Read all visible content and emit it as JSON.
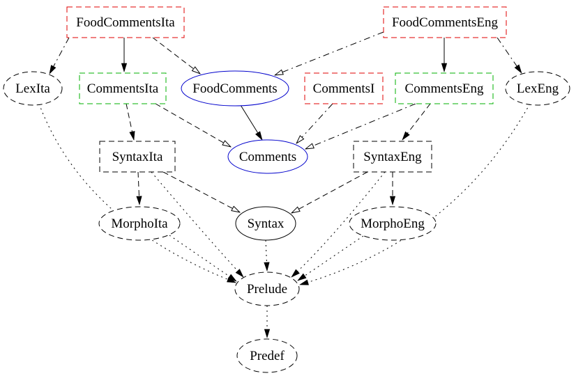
{
  "diagram": {
    "type": "module-dependency-graph",
    "nodes": [
      {
        "id": "FoodCommentsIta",
        "label": "FoodCommentsIta",
        "shape": "box",
        "border": "dashed",
        "color": "red"
      },
      {
        "id": "FoodCommentsEng",
        "label": "FoodCommentsEng",
        "shape": "box",
        "border": "dashed",
        "color": "red"
      },
      {
        "id": "LexIta",
        "label": "LexIta",
        "shape": "ellipse",
        "border": "dashed",
        "color": "black"
      },
      {
        "id": "CommentsIta",
        "label": "CommentsIta",
        "shape": "box",
        "border": "dashed",
        "color": "green"
      },
      {
        "id": "FoodComments",
        "label": "FoodComments",
        "shape": "ellipse",
        "border": "solid",
        "color": "blue"
      },
      {
        "id": "CommentsI",
        "label": "CommentsI",
        "shape": "box",
        "border": "dashed",
        "color": "red"
      },
      {
        "id": "CommentsEng",
        "label": "CommentsEng",
        "shape": "box",
        "border": "dashed",
        "color": "green"
      },
      {
        "id": "LexEng",
        "label": "LexEng",
        "shape": "ellipse",
        "border": "dashed",
        "color": "black"
      },
      {
        "id": "SyntaxIta",
        "label": "SyntaxIta",
        "shape": "box",
        "border": "dashed",
        "color": "black"
      },
      {
        "id": "Comments",
        "label": "Comments",
        "shape": "ellipse",
        "border": "solid",
        "color": "blue"
      },
      {
        "id": "SyntaxEng",
        "label": "SyntaxEng",
        "shape": "box",
        "border": "dashed",
        "color": "black"
      },
      {
        "id": "MorphoIta",
        "label": "MorphoIta",
        "shape": "ellipse",
        "border": "dashed",
        "color": "black"
      },
      {
        "id": "Syntax",
        "label": "Syntax",
        "shape": "ellipse",
        "border": "solid",
        "color": "black"
      },
      {
        "id": "MorphoEng",
        "label": "MorphoEng",
        "shape": "ellipse",
        "border": "dashed",
        "color": "black"
      },
      {
        "id": "Prelude",
        "label": "Prelude",
        "shape": "ellipse",
        "border": "dashed",
        "color": "black"
      },
      {
        "id": "Predef",
        "label": "Predef",
        "shape": "ellipse",
        "border": "dashed",
        "color": "black"
      }
    ],
    "edges": [
      {
        "from": "FoodCommentsIta",
        "to": "CommentsIta",
        "style": "solid",
        "arrowhead": "filled"
      },
      {
        "from": "FoodCommentsIta",
        "to": "FoodComments",
        "style": "dashed",
        "arrowhead": "hollow"
      },
      {
        "from": "FoodCommentsIta",
        "to": "LexIta",
        "style": "dashdot",
        "arrowhead": "filled"
      },
      {
        "from": "FoodCommentsEng",
        "to": "CommentsEng",
        "style": "solid",
        "arrowhead": "filled"
      },
      {
        "from": "FoodCommentsEng",
        "to": "FoodComments",
        "style": "dashdot",
        "arrowhead": "hollow"
      },
      {
        "from": "FoodCommentsEng",
        "to": "LexEng",
        "style": "dashdot",
        "arrowhead": "filled"
      },
      {
        "from": "FoodComments",
        "to": "Comments",
        "style": "solid",
        "arrowhead": "filled"
      },
      {
        "from": "CommentsIta",
        "to": "SyntaxIta",
        "style": "dashed",
        "arrowhead": "filled"
      },
      {
        "from": "CommentsIta",
        "to": "Comments",
        "style": "dashed",
        "arrowhead": "hollow"
      },
      {
        "from": "CommentsI",
        "to": "Comments",
        "style": "dashdot",
        "arrowhead": "hollow"
      },
      {
        "from": "CommentsEng",
        "to": "Comments",
        "style": "dashdot",
        "arrowhead": "hollow"
      },
      {
        "from": "CommentsEng",
        "to": "SyntaxEng",
        "style": "dashed",
        "arrowhead": "filled"
      },
      {
        "from": "SyntaxIta",
        "to": "Syntax",
        "style": "dashed",
        "arrowhead": "hollow"
      },
      {
        "from": "SyntaxIta",
        "to": "MorphoIta",
        "style": "dashed",
        "arrowhead": "filled"
      },
      {
        "from": "SyntaxEng",
        "to": "Syntax",
        "style": "dashed",
        "arrowhead": "hollow"
      },
      {
        "from": "SyntaxEng",
        "to": "MorphoEng",
        "style": "dashed",
        "arrowhead": "filled"
      },
      {
        "from": "LexIta",
        "to": "Prelude",
        "style": "dotted",
        "arrowhead": "filled"
      },
      {
        "from": "SyntaxIta",
        "to": "Prelude",
        "style": "dotted",
        "arrowhead": "filled"
      },
      {
        "from": "MorphoIta",
        "to": "Prelude",
        "style": "dotted",
        "arrowhead": "filled"
      },
      {
        "from": "Syntax",
        "to": "Prelude",
        "style": "dotted",
        "arrowhead": "filled"
      },
      {
        "from": "MorphoEng",
        "to": "Prelude",
        "style": "dotted",
        "arrowhead": "filled"
      },
      {
        "from": "SyntaxEng",
        "to": "Prelude",
        "style": "dotted",
        "arrowhead": "filled"
      },
      {
        "from": "LexEng",
        "to": "Prelude",
        "style": "dotted",
        "arrowhead": "filled"
      },
      {
        "from": "Prelude",
        "to": "Predef",
        "style": "dotted",
        "arrowhead": "filled"
      }
    ]
  },
  "colors": {
    "red": "#e00000",
    "green": "#00b200",
    "blue": "#0000cc",
    "black": "#000000",
    "white": "#ffffff"
  }
}
